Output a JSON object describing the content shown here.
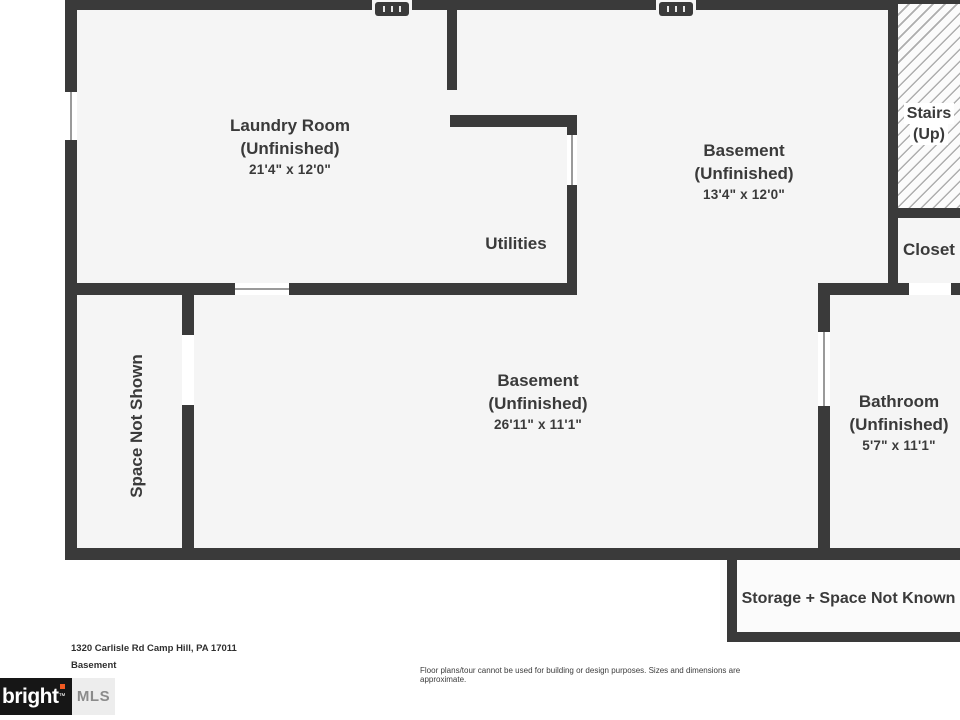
{
  "plan": {
    "laundry": {
      "name": "Laundry Room",
      "status": "(Unfinished)",
      "dims": "21'4\" x 12'0\""
    },
    "utilities": {
      "name": "Utilities"
    },
    "basement_upper": {
      "name": "Basement",
      "status": "(Unfinished)",
      "dims": "13'4\" x 12'0\""
    },
    "stairs": {
      "name": "Stairs",
      "direction": "(Up)"
    },
    "closet": {
      "name": "Closet"
    },
    "space_not_shown": {
      "name": "Space Not Shown"
    },
    "basement_lower": {
      "name": "Basement",
      "status": "(Unfinished)",
      "dims": "26'11\" x 11'1\""
    },
    "bathroom": {
      "name": "Bathroom",
      "status": "(Unfinished)",
      "dims": "5'7\" x 11'1\""
    },
    "storage": {
      "name": "Storage + Space Not Known"
    }
  },
  "footer": {
    "address": "1320 Carlisle Rd Camp Hill, PA 17011",
    "level": "Basement",
    "disclaimer": "Floor plans/tour cannot be used for building or design purposes. Sizes and dimensions are approximate."
  },
  "branding": {
    "logo_text": "bright",
    "logo_tm": "™",
    "logo_suffix": "MLS"
  },
  "colors": {
    "wall": "#3a3a3a",
    "room_fill": "#f5f5f5",
    "accent": "#f15a22"
  }
}
